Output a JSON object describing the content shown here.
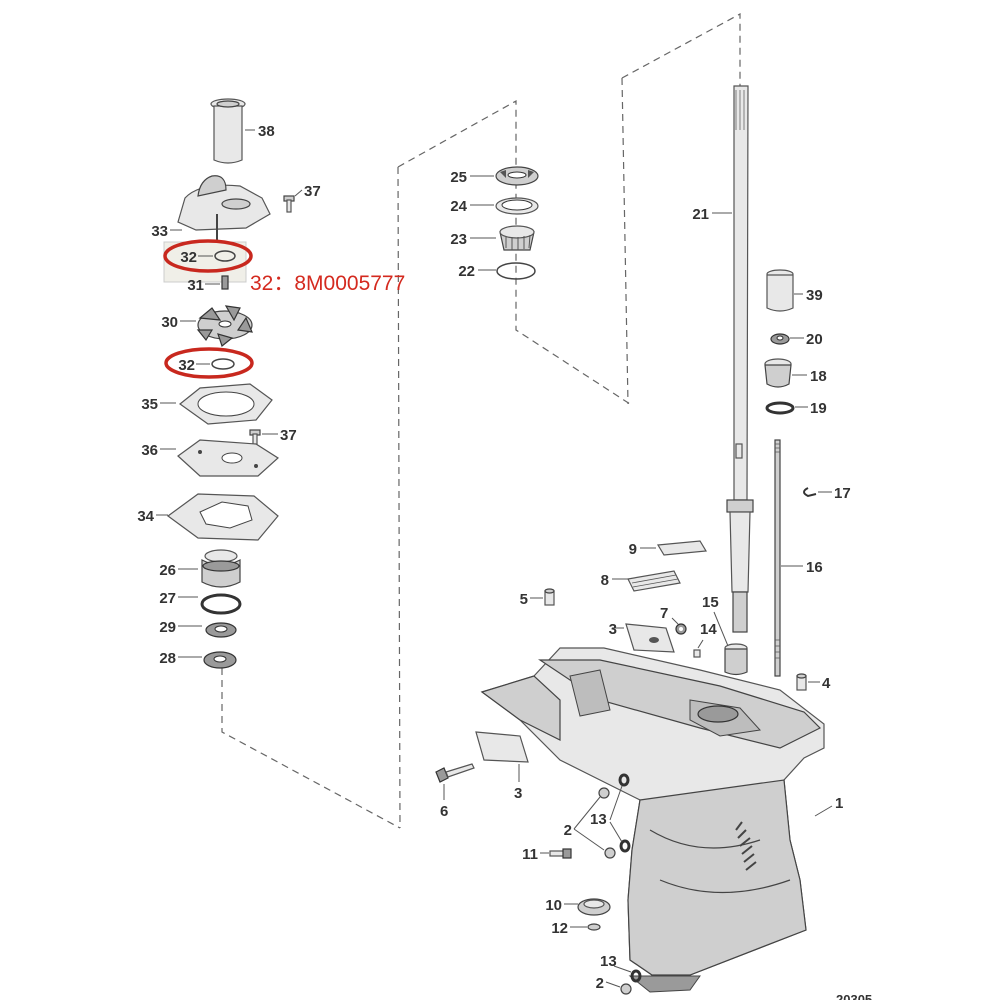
{
  "callouts": {
    "c38": "38",
    "c37a": "37",
    "c33": "33",
    "c32a": "32",
    "c31": "31",
    "c30": "30",
    "c32b": "32",
    "c35": "35",
    "c37b": "37",
    "c36": "36",
    "c34": "34",
    "c26": "26",
    "c27": "27",
    "c29": "29",
    "c28": "28",
    "c25": "25",
    "c24": "24",
    "c23": "23",
    "c22": "22",
    "c21": "21",
    "c39": "39",
    "c20": "20",
    "c18": "18",
    "c19": "19",
    "c17": "17",
    "c16": "16",
    "c9": "9",
    "c8": "8",
    "c5": "5",
    "c7": "7",
    "c3a": "3",
    "c15": "15",
    "c14": "14",
    "c4": "4",
    "c6": "6",
    "c3b": "3",
    "c1": "1",
    "c2a": "2",
    "c13a": "13",
    "c11": "11",
    "c10": "10",
    "c12": "12",
    "c13b": "13",
    "c2b": "2"
  },
  "annotation": {
    "text": "32：8M0005777",
    "highlight_color": "#c8281e"
  },
  "doc_id": "20305"
}
